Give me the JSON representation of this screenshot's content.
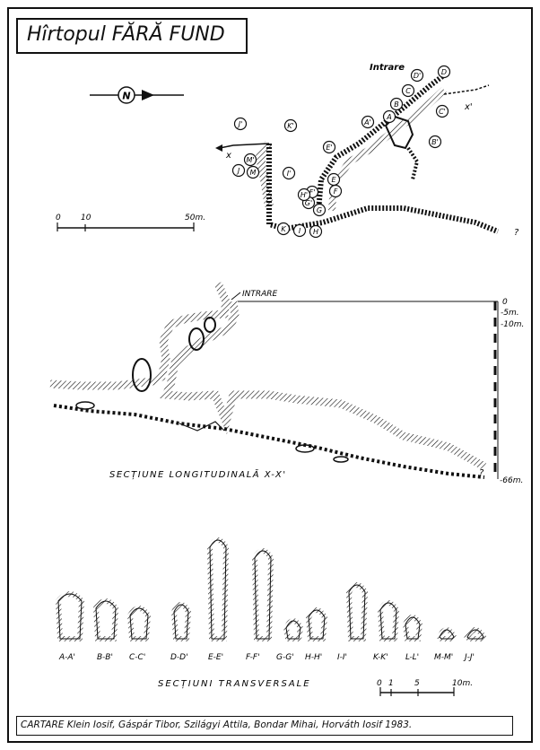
{
  "title": "Hîrtopul FĂRĂ FUND",
  "north": "N",
  "plan": {
    "entrance_label": "Intrare",
    "axis_start": "x",
    "axis_end": "x'",
    "markers": [
      "D",
      "D'",
      "C",
      "B",
      "A",
      "A'",
      "C'",
      "B'",
      "E'",
      "E",
      "F",
      "F'",
      "G",
      "G'",
      "H'",
      "I'",
      "K'",
      "J'",
      "M'",
      "J",
      "M",
      "K",
      "I",
      "H"
    ]
  },
  "scale_plan": {
    "labels": [
      "0",
      "10",
      "50m."
    ]
  },
  "longitudinal": {
    "entrance_label": "INTRARE",
    "depth_labels": [
      "0",
      "-5m.",
      "-10m.",
      "-66m."
    ],
    "caption": "SECȚIUNE LONGITUDINALĂ X-X'",
    "question": "?"
  },
  "transversal": {
    "caption": "SECȚIUNI TRANSVERSALE",
    "sections": [
      "A-A'",
      "B-B'",
      "C-C'",
      "D-D'",
      "E-E'",
      "F-F'",
      "G-G'",
      "H-H'",
      "I-I'",
      "K-K'",
      "L-L'",
      "M-M'",
      "J-J'"
    ]
  },
  "scale_sections": {
    "labels": [
      "0",
      "1",
      "5",
      "10m."
    ]
  },
  "credit": "CARTARE Klein Iosif, Gáspár Tibor, Szilágyi Attila, Bondar Mihai, Horváth Iosif 1983."
}
